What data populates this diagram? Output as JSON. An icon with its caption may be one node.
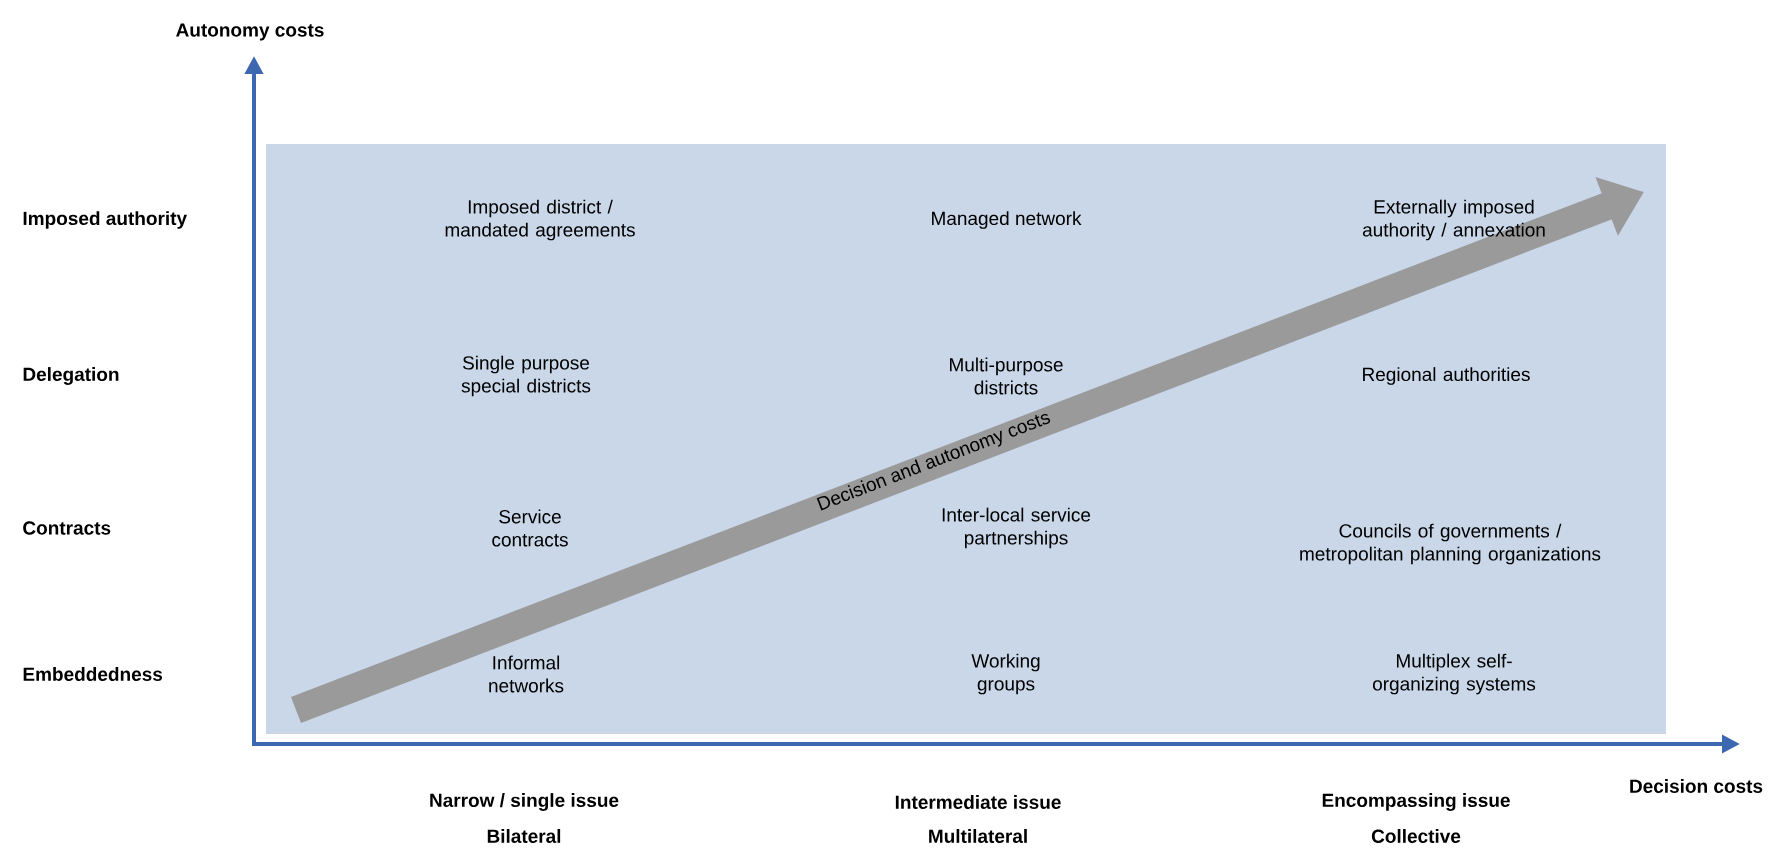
{
  "diagram": {
    "labels": [
      "Autonomy costs",
      "Imposed authority",
      "Imposed district / mandated agreements",
      "Managed network",
      "Externally imposed authority / annexation",
      "Delegation",
      "Single purpose special districts",
      "Multi-purpose districts",
      "Regional authorities",
      "Contracts",
      "Service contracts",
      "Inter-local service partnerships",
      "Councils of governments / metropolitan planning organizations",
      "Decision and autonomy costs",
      "Embeddedness",
      "Informal networks",
      "Working groups",
      "Multiplex self-organizing systems",
      "Decision costs",
      "Narrow / single issue",
      "Intermediate issue",
      "Encompassing issue",
      "Bilateral",
      "Multilateral",
      "Collective"
    ]
  }
}
